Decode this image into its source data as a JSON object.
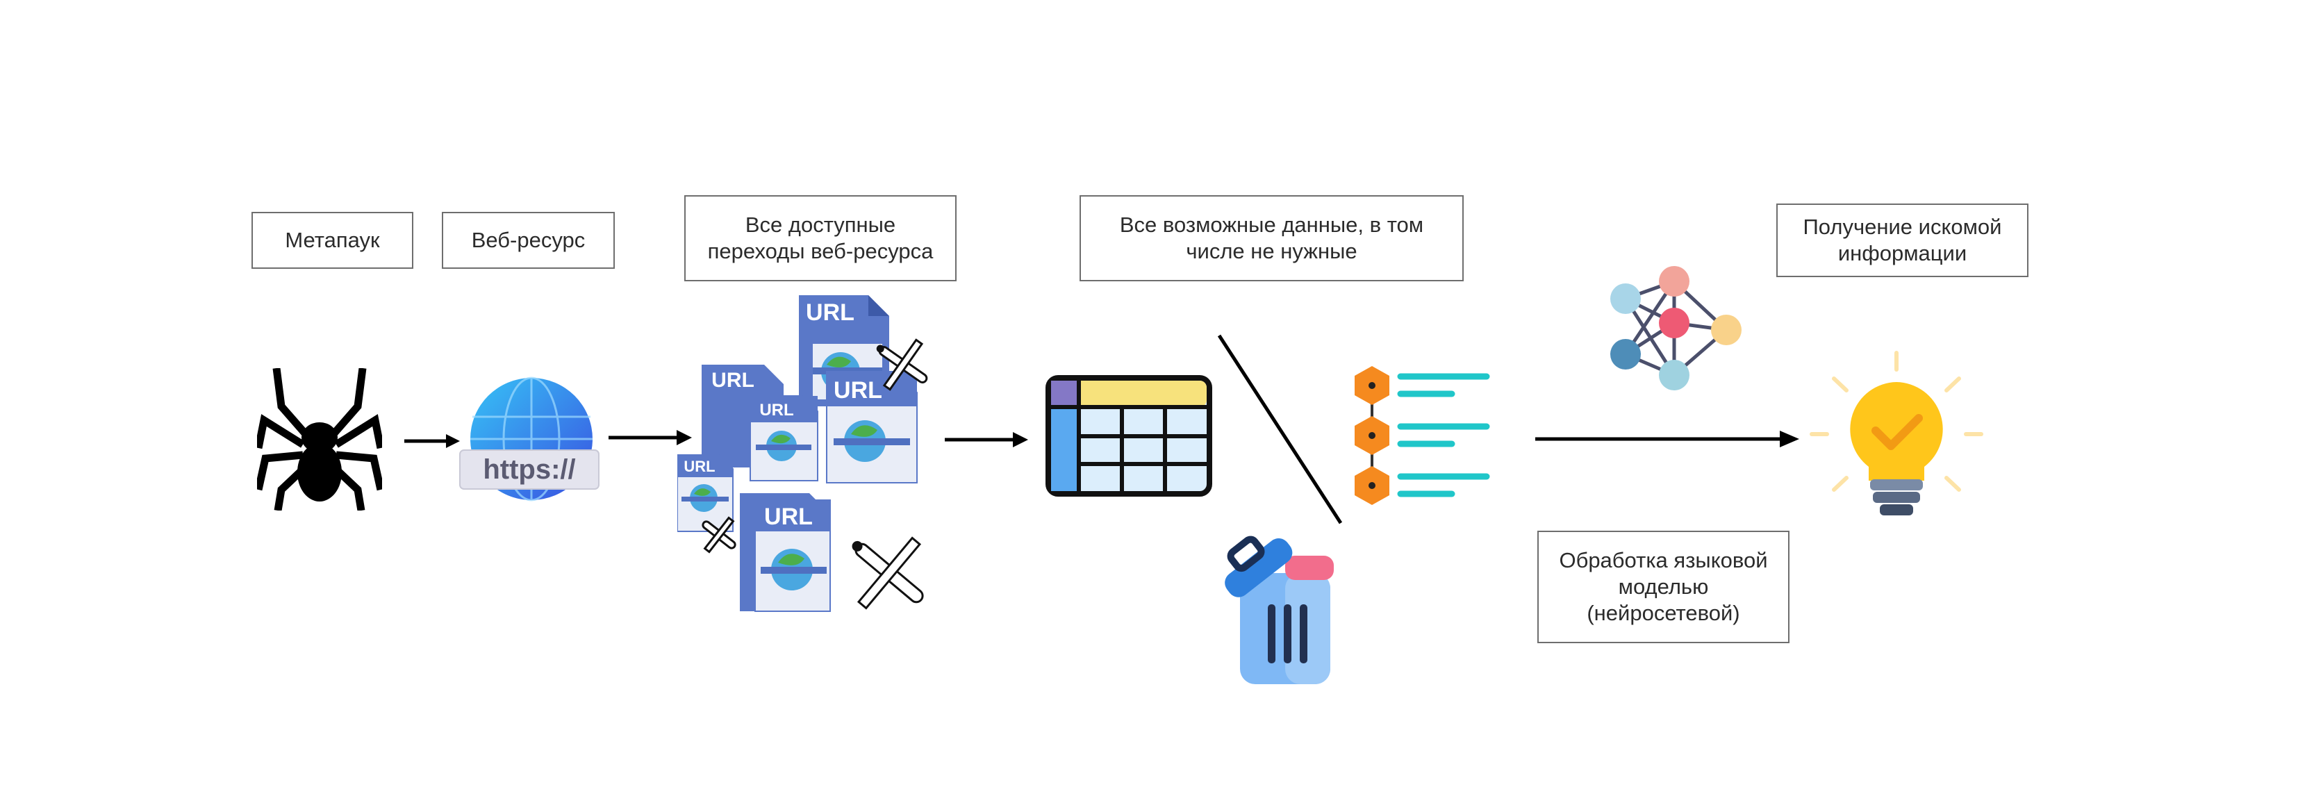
{
  "labels": {
    "metaspider": "Метапаук",
    "web_resource": "Веб-ресурс",
    "all_transitions": "Все доступные переходы веб-ресурса",
    "all_data": "Все возможные данные, в том числе не нужные",
    "processing": "Обработка языковой моделью (нейросетевой)",
    "result": "Получение искомой информации"
  },
  "icons": {
    "spider": "spider-icon",
    "globe": "globe-https-icon",
    "url_pages": "url-documents-icon",
    "table": "table-icon",
    "trash": "trash-bin-icon",
    "list": "structured-list-icon",
    "network": "neural-network-icon",
    "bulb": "lightbulb-check-icon"
  },
  "globe_badge": "https://",
  "url_badge": "URL",
  "colors": {
    "globe": "#2d7ff5",
    "url_doc": "#4f70c0",
    "table_header": "#f7e27c",
    "table_cells": "#dceefc",
    "trash_body": "#7fb8f5",
    "trash_lid": "#2f80dd",
    "list_hex": "#f58a1f",
    "list_line": "#20c6c9",
    "bulb": "#ffc61b"
  }
}
